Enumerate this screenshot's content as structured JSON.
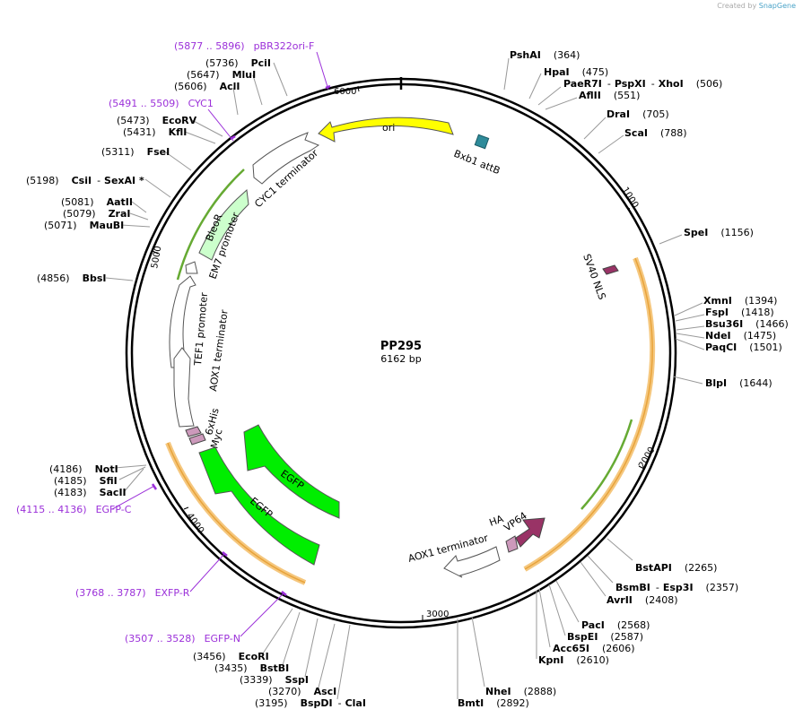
{
  "credit": {
    "prefix": "Created by",
    "brand": "SnapGene"
  },
  "plasmid": {
    "name": "PP295",
    "length": "6162 bp"
  },
  "ticks": [
    "1000",
    "2000",
    "3000",
    "4000",
    "5000",
    "6000"
  ],
  "sites": [
    {
      "label": "PshAI",
      "pos": "(364)"
    },
    {
      "label": "HpaI",
      "pos": "(475)"
    },
    {
      "label": "PaeR7I",
      "extra": "PspXI",
      "extra2": "XhoI",
      "pos": "(506)"
    },
    {
      "label": "AflII",
      "pos": "(551)"
    },
    {
      "label": "DraI",
      "pos": "(705)"
    },
    {
      "label": "ScaI",
      "pos": "(788)"
    },
    {
      "label": "SpeI",
      "pos": "(1156)"
    },
    {
      "label": "XmnI",
      "pos": "(1394)"
    },
    {
      "label": "FspI",
      "pos": "(1418)"
    },
    {
      "label": "Bsu36I",
      "pos": "(1466)"
    },
    {
      "label": "NdeI",
      "pos": "(1475)"
    },
    {
      "label": "PaqCI",
      "pos": "(1501)"
    },
    {
      "label": "BlpI",
      "pos": "(1644)"
    },
    {
      "label": "BstAPI",
      "pos": "(2265)"
    },
    {
      "label": "BsmBI",
      "extra": "Esp3I",
      "pos": "(2357)"
    },
    {
      "label": "AvrII",
      "pos": "(2408)"
    },
    {
      "label": "PacI",
      "pos": "(2568)"
    },
    {
      "label": "BspEI",
      "pos": "(2587)"
    },
    {
      "label": "Acc65I",
      "pos": "(2606)"
    },
    {
      "label": "KpnI",
      "pos": "(2610)"
    },
    {
      "label": "NheI",
      "pos": "(2888)"
    },
    {
      "label": "BmtI",
      "pos": "(2892)"
    },
    {
      "label": "BspDI",
      "extra": "ClaI",
      "pos": "(3195)"
    },
    {
      "label": "AscI",
      "pos": "(3270)"
    },
    {
      "label": "SspI",
      "pos": "(3339)"
    },
    {
      "label": "BstBI",
      "pos": "(3435)"
    },
    {
      "label": "EcoRI",
      "pos": "(3456)"
    },
    {
      "label": "SacII",
      "pos": "(4183)"
    },
    {
      "label": "SfiI",
      "pos": "(4185)"
    },
    {
      "label": "NotI",
      "pos": "(4186)"
    },
    {
      "label": "BbsI",
      "pos": "(4856)"
    },
    {
      "label": "MauBI",
      "pos": "(5071)"
    },
    {
      "label": "ZraI",
      "pos": "(5079)"
    },
    {
      "label": "AatII",
      "pos": "(5081)"
    },
    {
      "label": "CsiI",
      "extra": "SexAI *",
      "pos": "(5198)"
    },
    {
      "label": "FseI",
      "pos": "(5311)"
    },
    {
      "label": "KflI",
      "pos": "(5431)"
    },
    {
      "label": "EcoRV",
      "pos": "(5473)"
    },
    {
      "label": "AclI",
      "pos": "(5606)"
    },
    {
      "label": "MluI",
      "pos": "(5647)"
    },
    {
      "label": "PciI",
      "pos": "(5736)"
    }
  ],
  "primers": [
    {
      "range": "(5877 .. 5896)",
      "label": "pBR322ori-F"
    },
    {
      "range": "(5491 .. 5509)",
      "label": "CYC1"
    },
    {
      "range": "(4115 .. 4136)",
      "label": "EGFP-C"
    },
    {
      "range": "(3768 .. 3787)",
      "label": "EXFP-R"
    },
    {
      "range": "(3507 .. 3528)",
      "label": "EGFP-N"
    }
  ],
  "features": {
    "ori": "ori",
    "bxb1": "Bxb1 attB",
    "sv40": "SV40 NLS",
    "cyc1": "CYC1 terminator",
    "bleor": "BleoR",
    "em7": "EM7 promoter",
    "tef1": "TEF1 promoter",
    "aox1a": "AOX1 terminator",
    "his": "6xHis",
    "myc": "Myc",
    "egfp1": "EGFP",
    "egfp2": "EGFP",
    "ha": "HA",
    "vp64": "VP64",
    "aox1b": "AOX1 terminator"
  },
  "colors": {
    "ori": "#ffff00",
    "egfp": "#00ee00",
    "bleor": "#ccffcc",
    "vp64": "#993366",
    "tag": "#cc99bb",
    "primer": "#9b30d9",
    "highlight": "#f5c77e"
  }
}
